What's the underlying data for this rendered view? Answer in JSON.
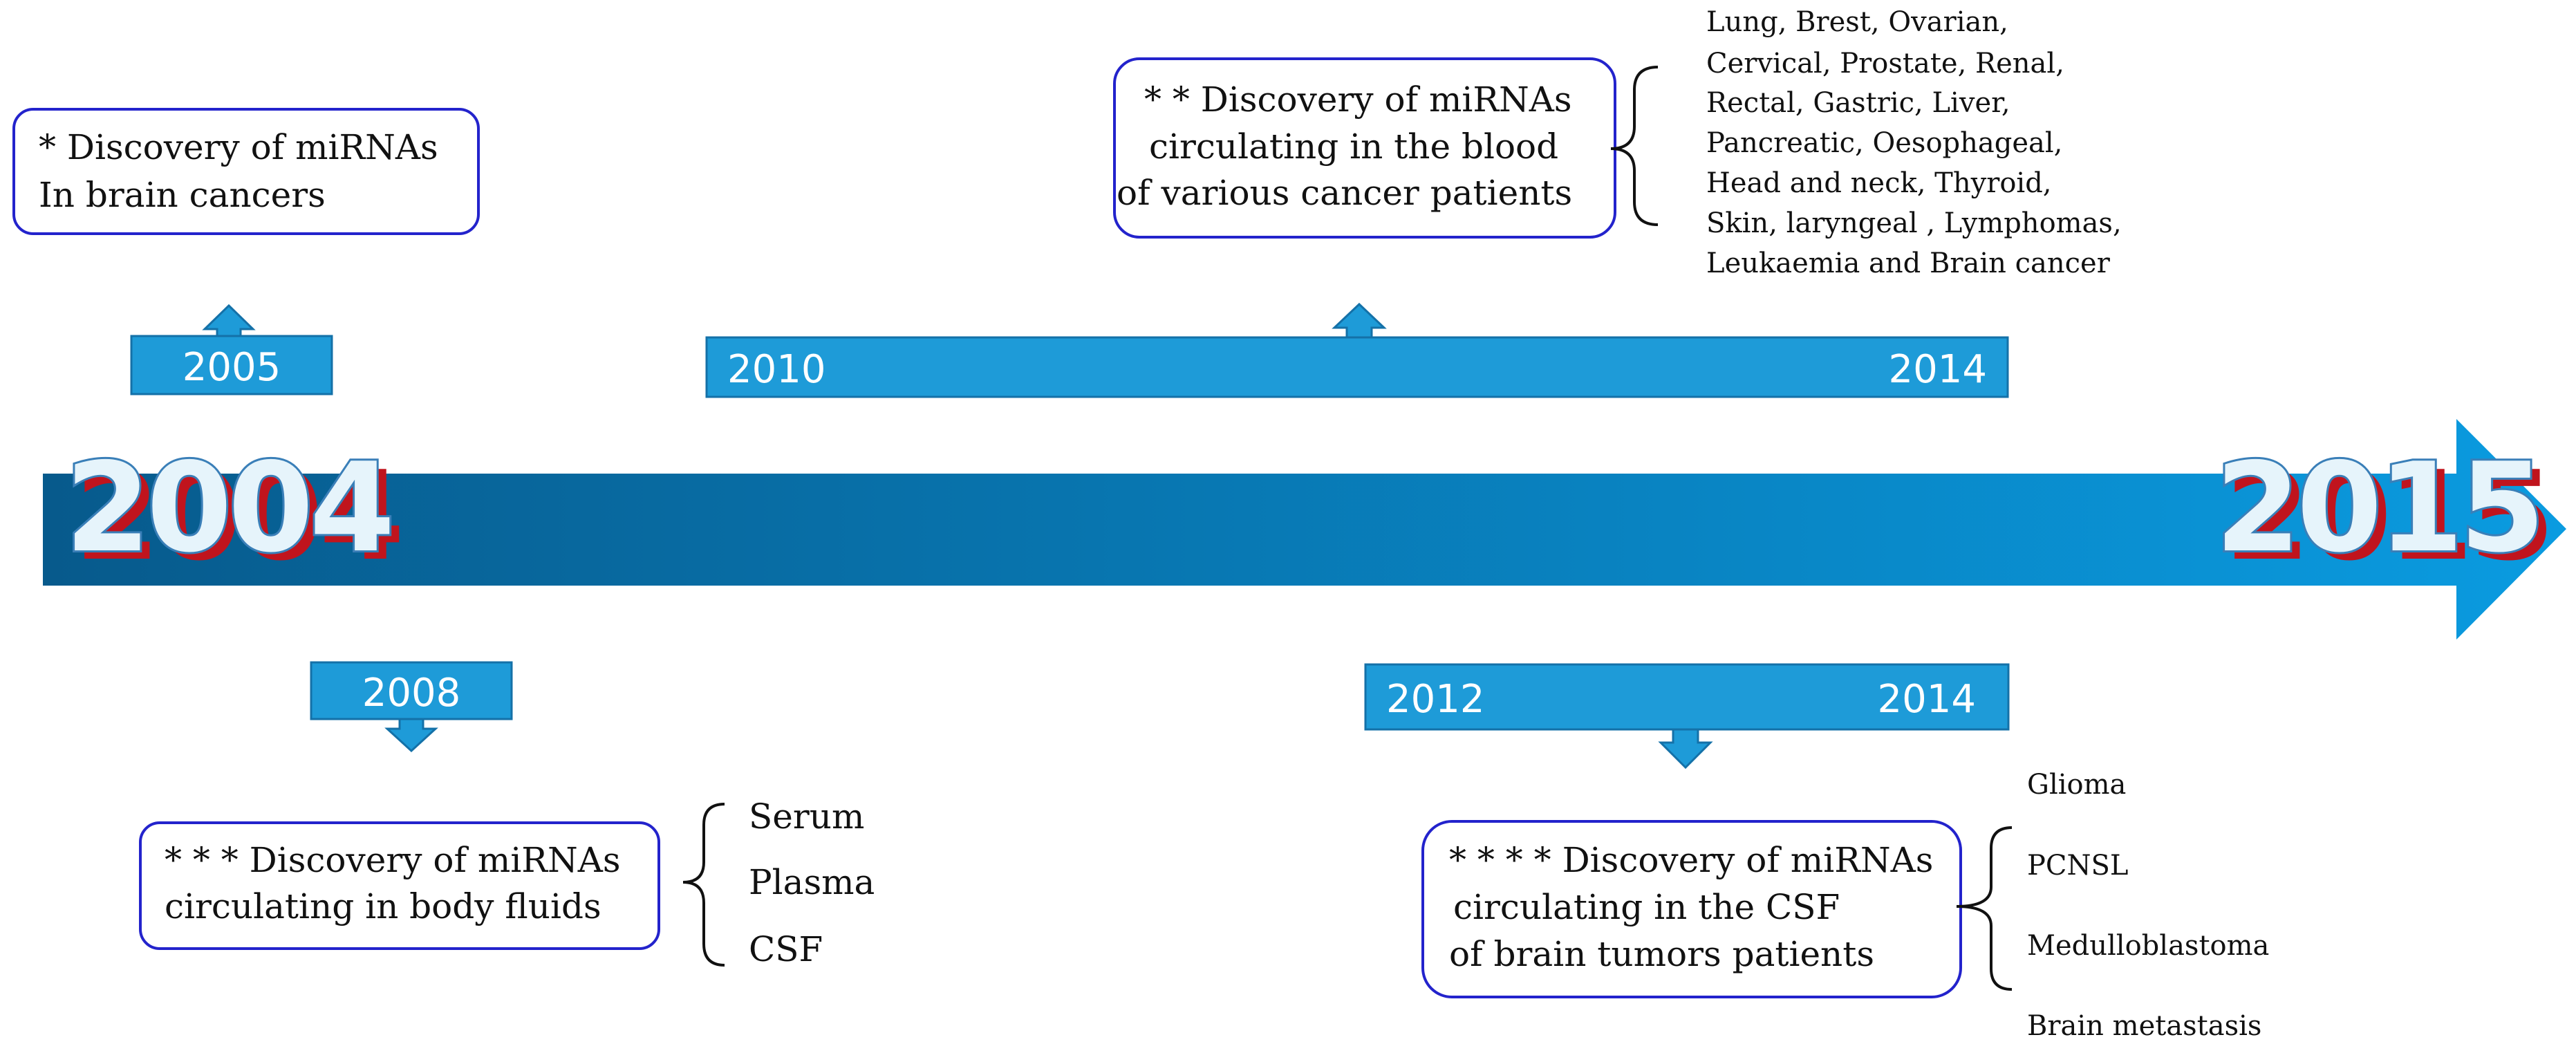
{
  "timeline": {
    "start_year": "2004",
    "end_year": "2015"
  },
  "periods": {
    "p2005": {
      "label": "2005"
    },
    "p2008": {
      "label": "2008"
    },
    "p2010": {
      "start": "2010",
      "end": "2014"
    },
    "p2012": {
      "start": "2012",
      "end": "2014"
    }
  },
  "boxes": {
    "brain": {
      "lines": [
        "* Discovery of miRNAs",
        "In brain cancers"
      ]
    },
    "blood": {
      "lines": [
        "* * Discovery of miRNAs",
        "circulating in the blood",
        "of various cancer patients"
      ]
    },
    "fluids": {
      "lines": [
        "* * * Discovery of miRNAs",
        "circulating in body fluids"
      ]
    },
    "csf": {
      "lines": [
        "* * * * Discovery of miRNAs",
        " circulating in the  CSF",
        "of brain tumors patients"
      ]
    }
  },
  "lists": {
    "cancers": [
      "Lung, Brest, Ovarian,",
      "Cervical, Prostate, Renal,",
      "Rectal, Gastric, Liver,",
      "Pancreatic, Oesophageal,",
      "Head and neck, Thyroid,",
      "Skin, laryngeal , Lymphomas,",
      "Leukaemia and Brain cancer"
    ],
    "fluids": [
      "Serum",
      "Plasma",
      "CSF"
    ],
    "tumors": [
      "Glioma",
      "PCNSL",
      "Medulloblastoma",
      "Brain metastasis"
    ]
  },
  "colors": {
    "arrow_dark": "#075a8c",
    "arrow_light": "#0a9be0",
    "period_fill": "#1e9bd8",
    "period_stroke": "#1471a8",
    "box_stroke": "#2323cc",
    "year_fill": "#e6f4fb",
    "year_outline": "#3a7fb8",
    "year_shadow": "#c0141d"
  }
}
